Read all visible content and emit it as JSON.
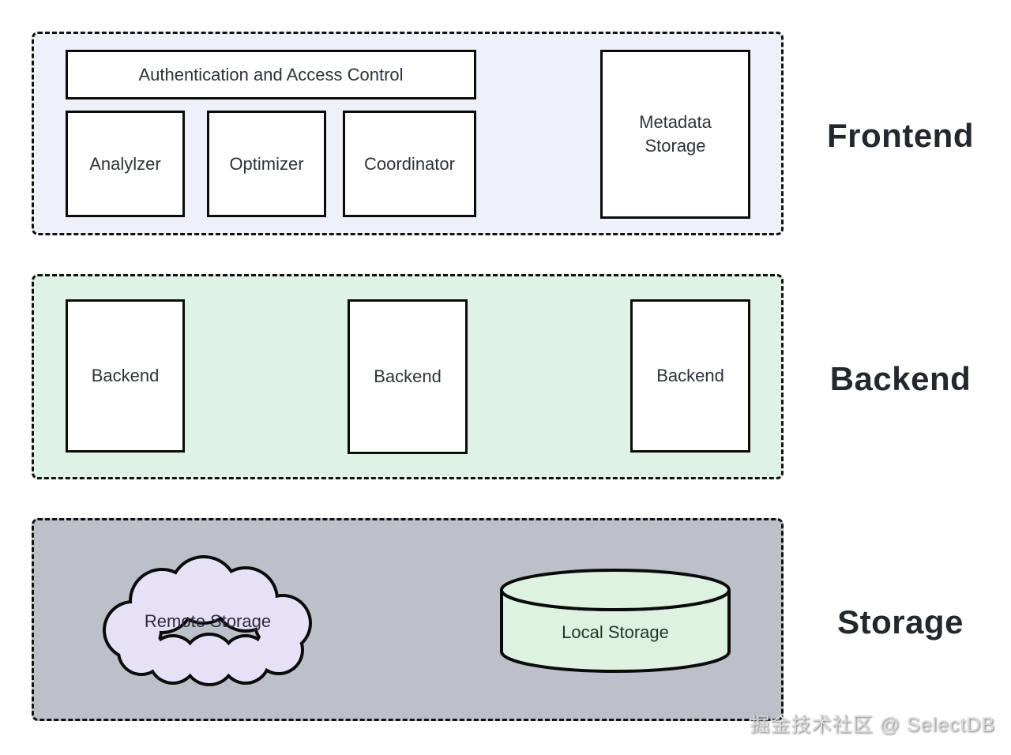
{
  "colors": {
    "frontend_bg": "#eef1f9",
    "backend_bg": "#def3e5",
    "storage_bg": "#bcc0c8",
    "cloud_fill": "#e6e1f7",
    "cylinder_fill": "#def2e2",
    "node_bg": "#ffffff",
    "outline": "#0b0b0b",
    "text": "#2d333a",
    "tier_label_text": "#23282e",
    "watermark_text": "#dbdbdb"
  },
  "tiers": {
    "frontend": {
      "label": "Frontend",
      "auth_box": "Authentication and Access Control",
      "analyzer_box": "Analylzer",
      "optimizer_box": "Optimizer",
      "coordinator_box": "Coordinator",
      "metadata_box": "Metadata Storage"
    },
    "backend": {
      "label": "Backend",
      "nodes": [
        "Backend",
        "Backend",
        "Backend"
      ]
    },
    "storage": {
      "label": "Storage",
      "remote_storage": "Remote Storage",
      "local_storage": "Local Storage"
    }
  },
  "watermark": "掘金技术社区 @ SelectDB"
}
